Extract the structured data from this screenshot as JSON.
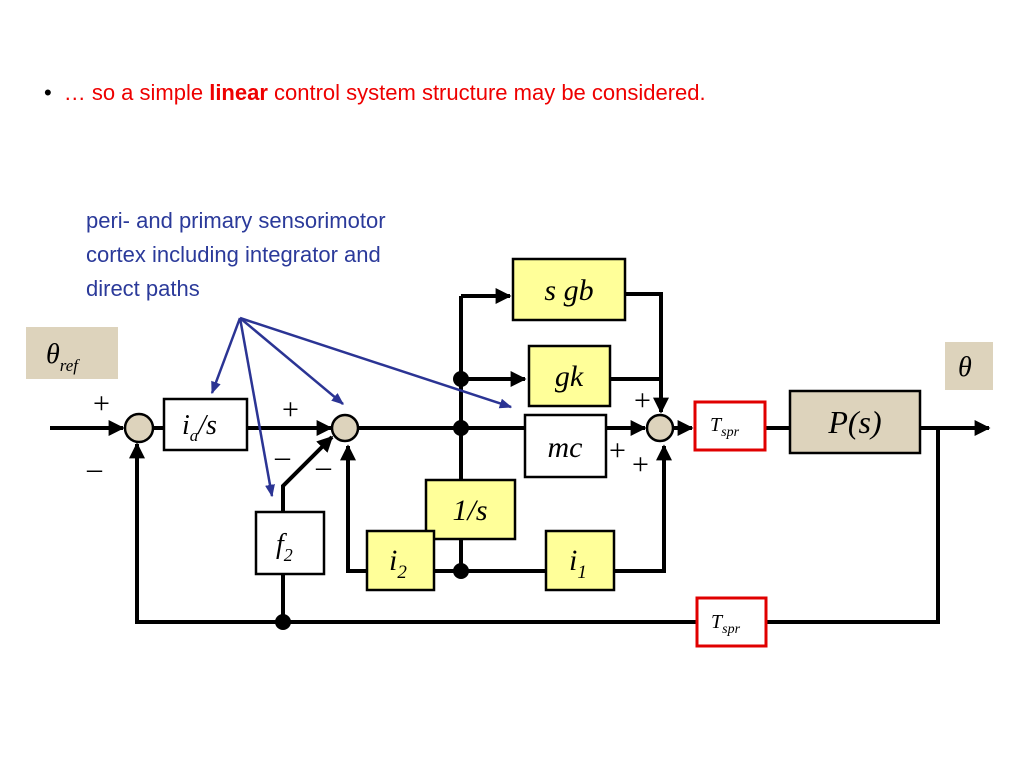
{
  "bullet": {
    "symbol": "•",
    "text_before": "… so a simple ",
    "text_bold": "linear",
    "text_after": " control system structure may be considered."
  },
  "annotation": {
    "line1": "peri- and primary sensorimotor",
    "line2": "cortex including integrator and",
    "line3": "direct paths"
  },
  "diagram": {
    "input_label": {
      "symbol": "θ",
      "subscript": "ref"
    },
    "output_label": {
      "symbol": "θ"
    },
    "blocks": {
      "ia_s": {
        "base": "i",
        "sub": "a",
        "rest": "/s"
      },
      "f2": {
        "base": "f",
        "sub": "2"
      },
      "s_gb": "s gb",
      "gk": "gk",
      "mc": "mc",
      "one_over_s": "1/s",
      "i2": {
        "base": "i",
        "sub": "2"
      },
      "i1": {
        "base": "i",
        "sub": "1"
      },
      "t_spr_forward": {
        "base": "T",
        "sub": "spr"
      },
      "t_spr_feedback": {
        "base": "T",
        "sub": "spr"
      },
      "plant": "P(s)"
    },
    "signs": {
      "sum1_plus": "+",
      "sum1_minus": "–",
      "sum2_plus": "+",
      "sum2_minus_a": "–",
      "sum2_minus_b": "–",
      "sum3_plus_top": "+",
      "sum3_plus_mid": "+",
      "sum3_plus_bottom": "+"
    }
  },
  "colors": {
    "bullet_text": "#ee0000",
    "annotation_text": "#2b3a9a",
    "block_yellow": "#ffff99",
    "block_tan": "#ddd3bc",
    "delay_border": "#e00000"
  }
}
